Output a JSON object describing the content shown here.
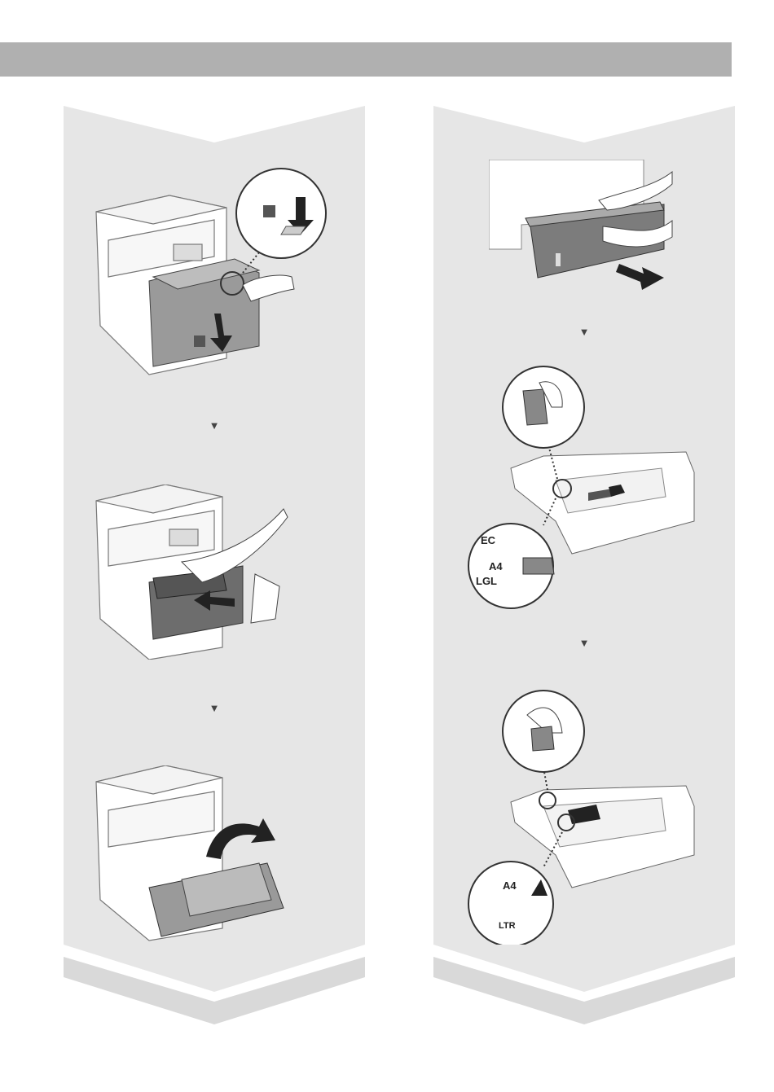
{
  "page": {
    "header_band_color": "#b0b0b0",
    "panel_color": "#e6e6e6",
    "shadow_color": "#cfcfcf"
  },
  "left_column": {
    "steps": [
      {
        "icon": "open-front-cover-illustration"
      },
      {
        "icon": "insert-toner-cartridge-illustration"
      },
      {
        "icon": "close-front-cover-illustration"
      }
    ],
    "step_arrow": "▼"
  },
  "right_column": {
    "steps": [
      {
        "icon": "pull-out-paper-drawer-illustration"
      },
      {
        "icon": "adjust-paper-length-guide-illustration",
        "labels": [
          "EC",
          "A4",
          "LGL"
        ]
      },
      {
        "icon": "adjust-paper-width-guide-illustration",
        "labels": [
          "A4",
          "LTR"
        ]
      }
    ],
    "step_arrow": "▼"
  }
}
